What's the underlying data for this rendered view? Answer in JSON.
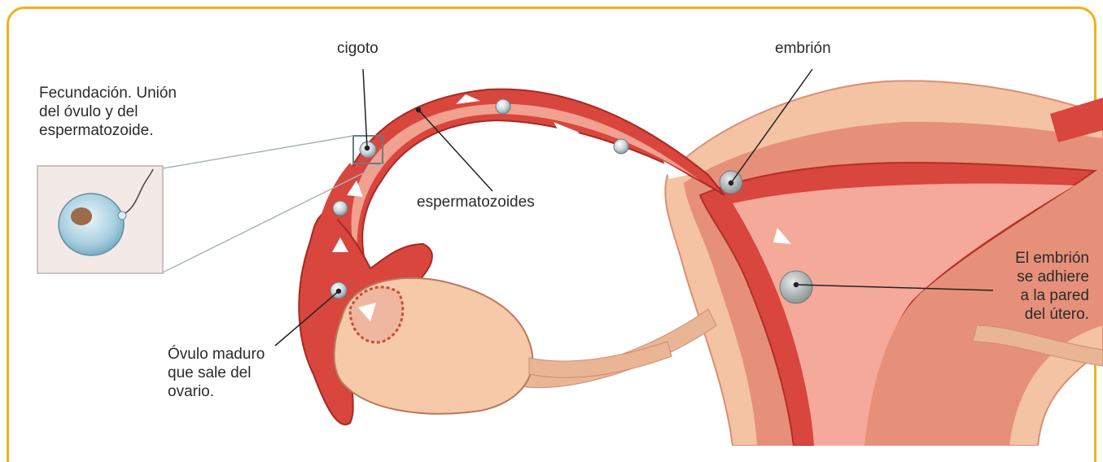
{
  "title": "",
  "labels": {
    "cigoto": "cigoto",
    "fecundacion": "Fecundación. Unión\ndel óvulo y del\nespermatozoide.",
    "espermatozoides": "espermatozoides",
    "embrion": "embrión",
    "adhiere": "El embrión\nse adhiere\na la pared\ndel útero.",
    "ovulo": "Óvulo maduro\nque sale del\novario."
  },
  "colors": {
    "frame": "#f2b21a",
    "tissue_outer": "#f3c3a3",
    "tissue_mid": "#e58a73",
    "tube_red": "#d8463d",
    "lumen": "#f6b3a4",
    "ovary": "#f6c9a8",
    "arrow": "#ffffff"
  }
}
